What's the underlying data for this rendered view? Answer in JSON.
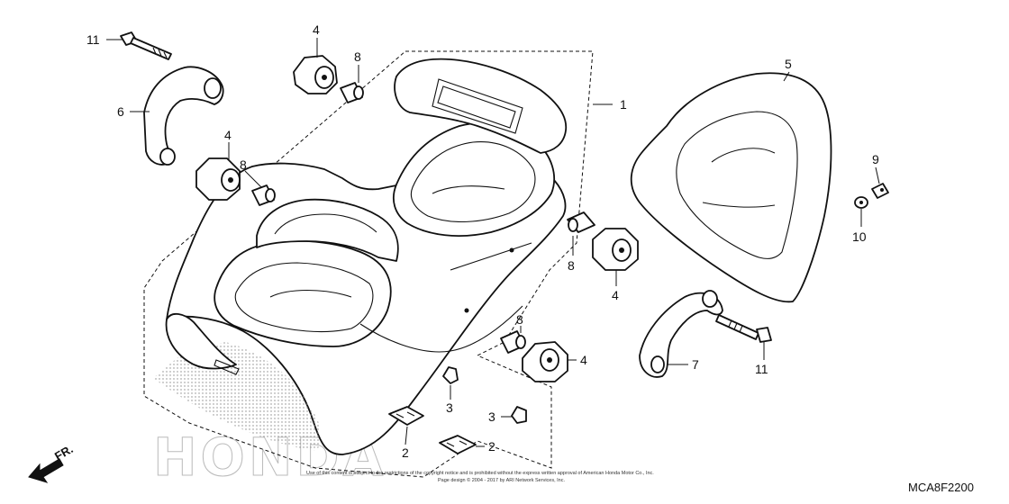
{
  "diagram_code": "MCA8F2200",
  "direction_label": "FR.",
  "watermark_text": "HONDA",
  "copyright_line1": "Use of this content is subject to the restrictions of the copyright notice and is prohibited without the express written approval of American Honda Motor Co., Inc.",
  "copyright_line2": "Page design © 2004 - 2017 by ARI Network Services, Inc.",
  "callouts": [
    {
      "id": "c11a",
      "number": "11"
    },
    {
      "id": "c6",
      "number": "6"
    },
    {
      "id": "c4a",
      "number": "4"
    },
    {
      "id": "c8a",
      "number": "8"
    },
    {
      "id": "c4b",
      "number": "4"
    },
    {
      "id": "c8b",
      "number": "8"
    },
    {
      "id": "c1",
      "number": "1"
    },
    {
      "id": "c5",
      "number": "5"
    },
    {
      "id": "c9",
      "number": "9"
    },
    {
      "id": "c10",
      "number": "10"
    },
    {
      "id": "c8c",
      "number": "8"
    },
    {
      "id": "c4c",
      "number": "4"
    },
    {
      "id": "c8d",
      "number": "8"
    },
    {
      "id": "c4d",
      "number": "4"
    },
    {
      "id": "c7",
      "number": "7"
    },
    {
      "id": "c11b",
      "number": "11"
    },
    {
      "id": "c3a",
      "number": "3"
    },
    {
      "id": "c3b",
      "number": "3"
    },
    {
      "id": "c2a",
      "number": "2"
    },
    {
      "id": "c2b",
      "number": "2"
    }
  ]
}
